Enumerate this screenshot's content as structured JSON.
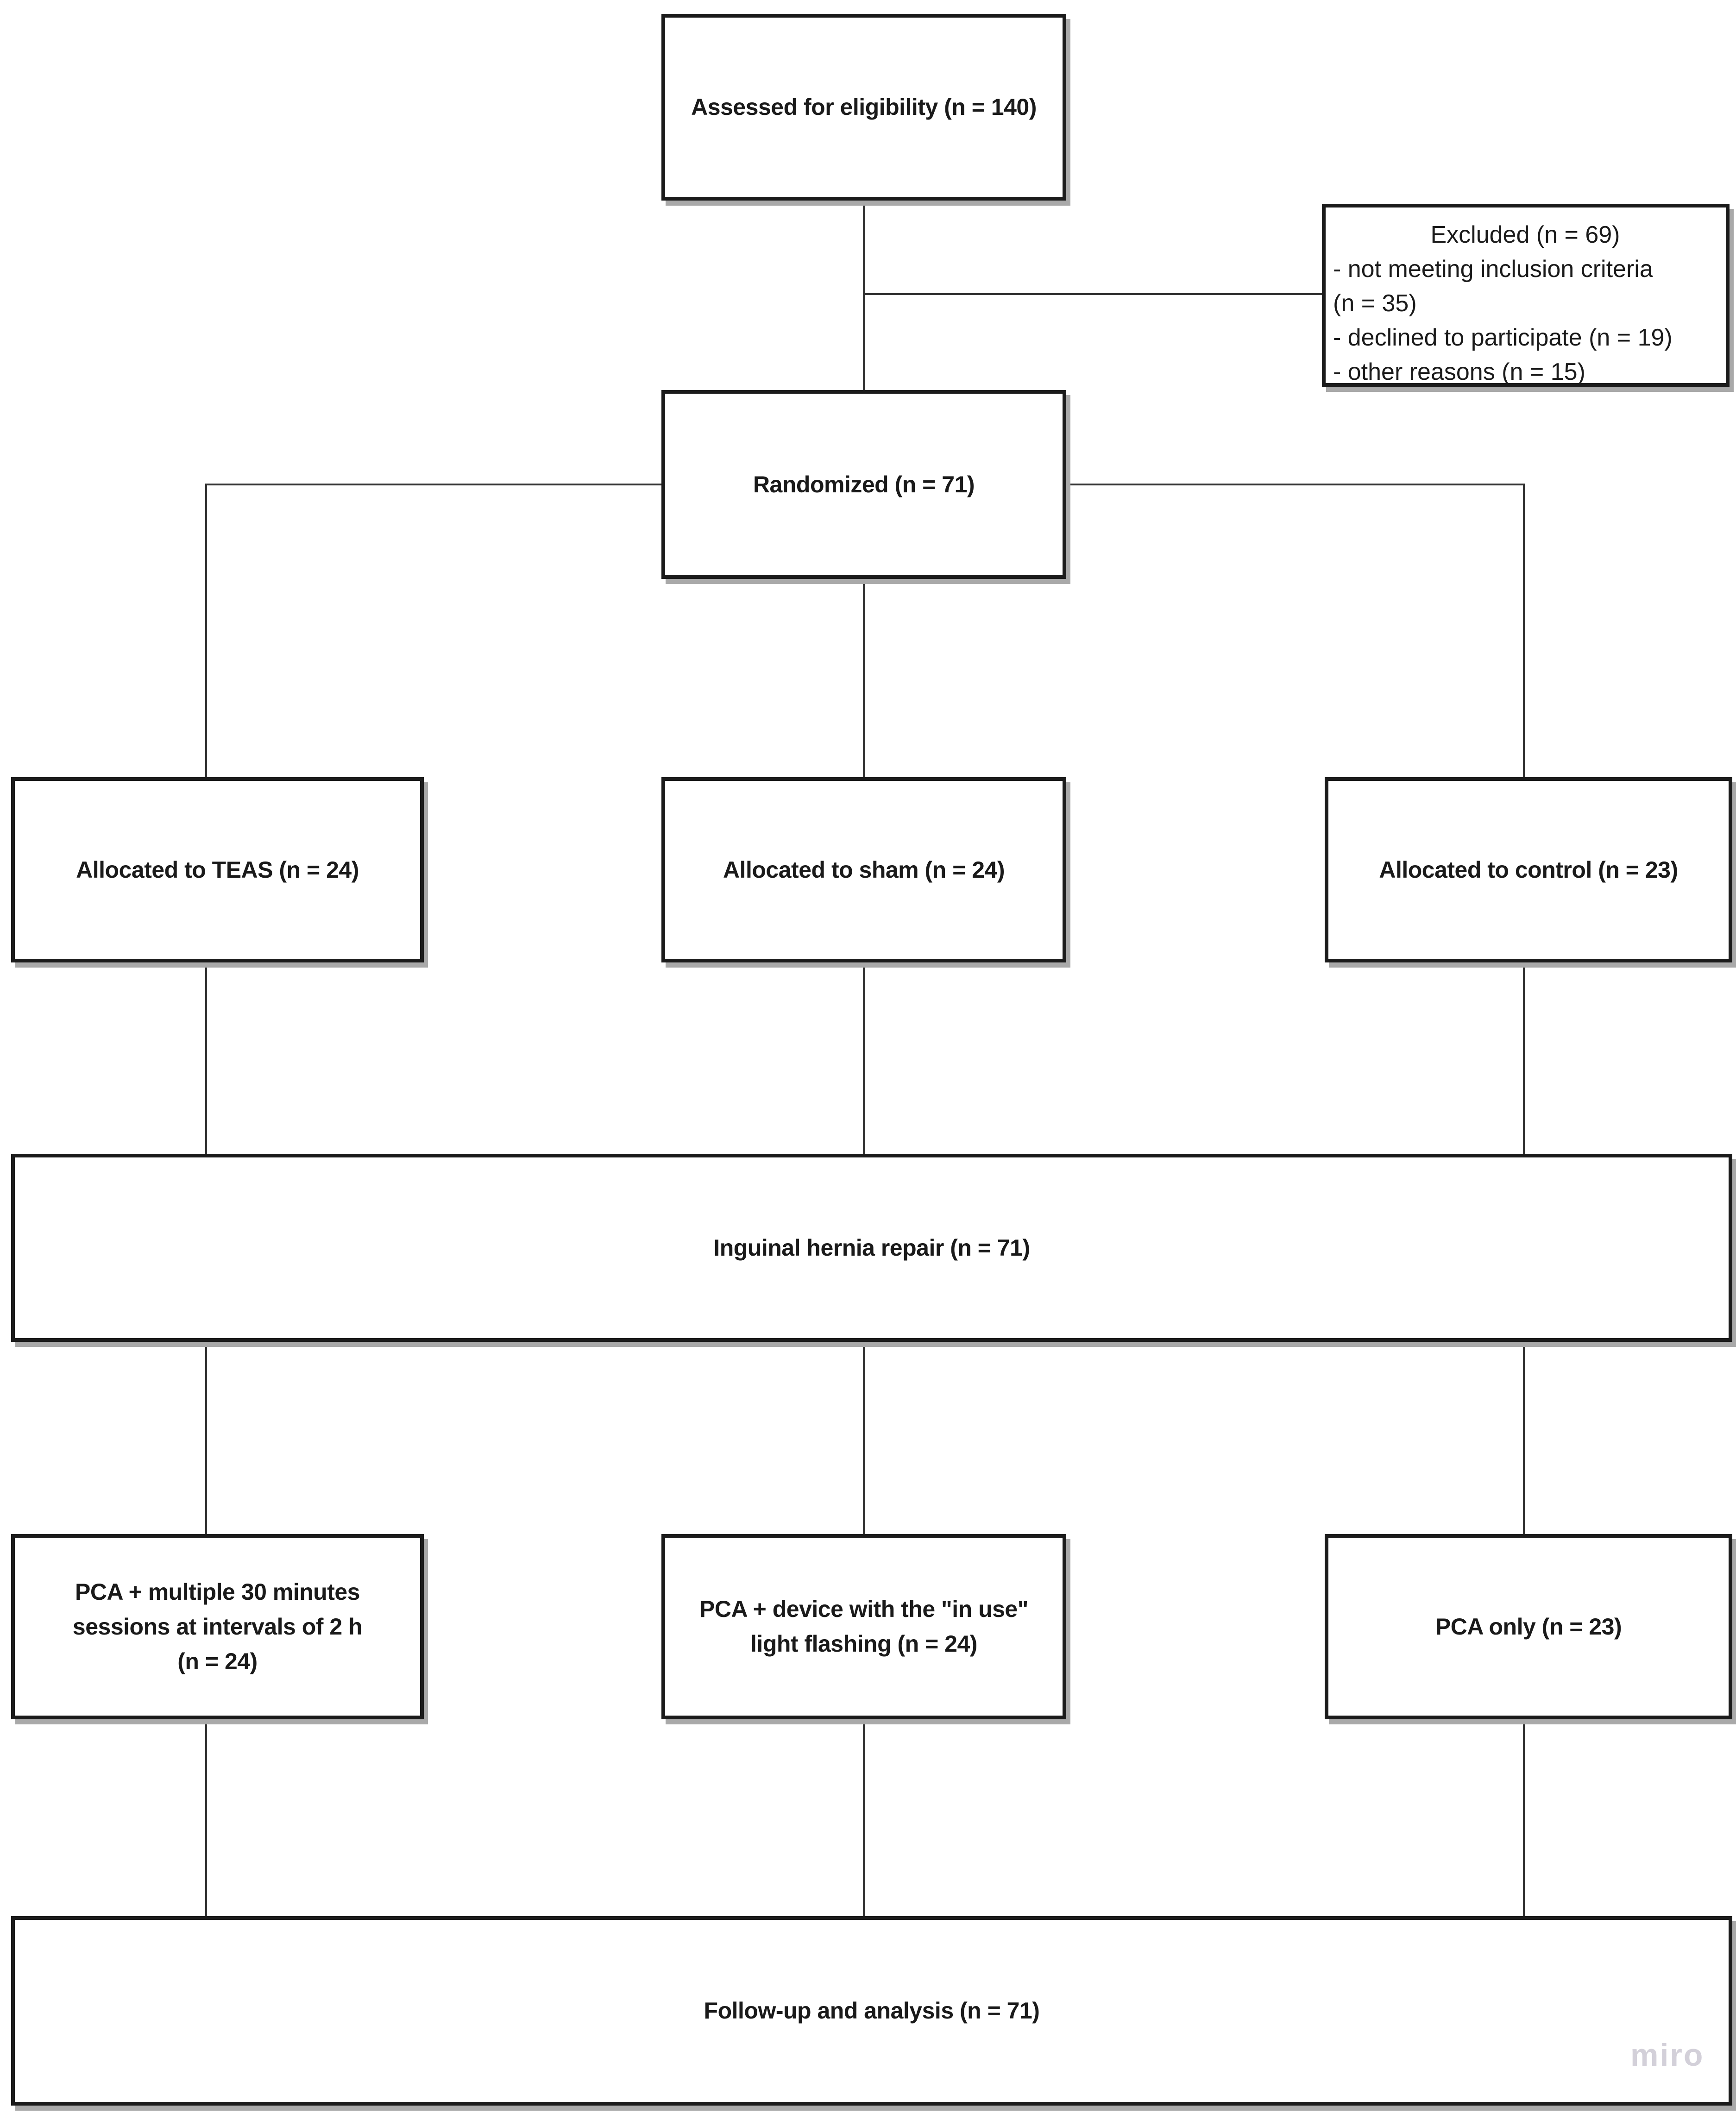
{
  "flow": {
    "assessed": {
      "label": "Assessed for eligibility (n = 140)"
    },
    "excluded": {
      "title": "Excluded (n = 69)",
      "lines": [
        "- not meeting inclusion criteria",
        "(n = 35)",
        "- declined to participate (n = 19)",
        "- other reasons (n = 15)"
      ]
    },
    "randomized": {
      "label": "Randomized (n = 71)"
    },
    "teas": {
      "label": "Allocated to TEAS (n = 24)"
    },
    "sham": {
      "label": "Allocated to sham (n = 24)"
    },
    "control": {
      "label": "Allocated to control (n = 23)"
    },
    "hernia": {
      "label": "Inguinal hernia repair (n = 71)"
    },
    "pca_teas": {
      "lines": [
        "PCA + multiple 30 minutes",
        "sessions at intervals of 2 h",
        "(n = 24)"
      ]
    },
    "pca_sham": {
      "lines": [
        "PCA + device with the \"in use\"",
        "light flashing (n = 24)"
      ]
    },
    "pca_only": {
      "label": "PCA only (n = 23)"
    },
    "followup": {
      "label": "Follow-up and analysis (n = 71)"
    },
    "watermark": "miro"
  }
}
